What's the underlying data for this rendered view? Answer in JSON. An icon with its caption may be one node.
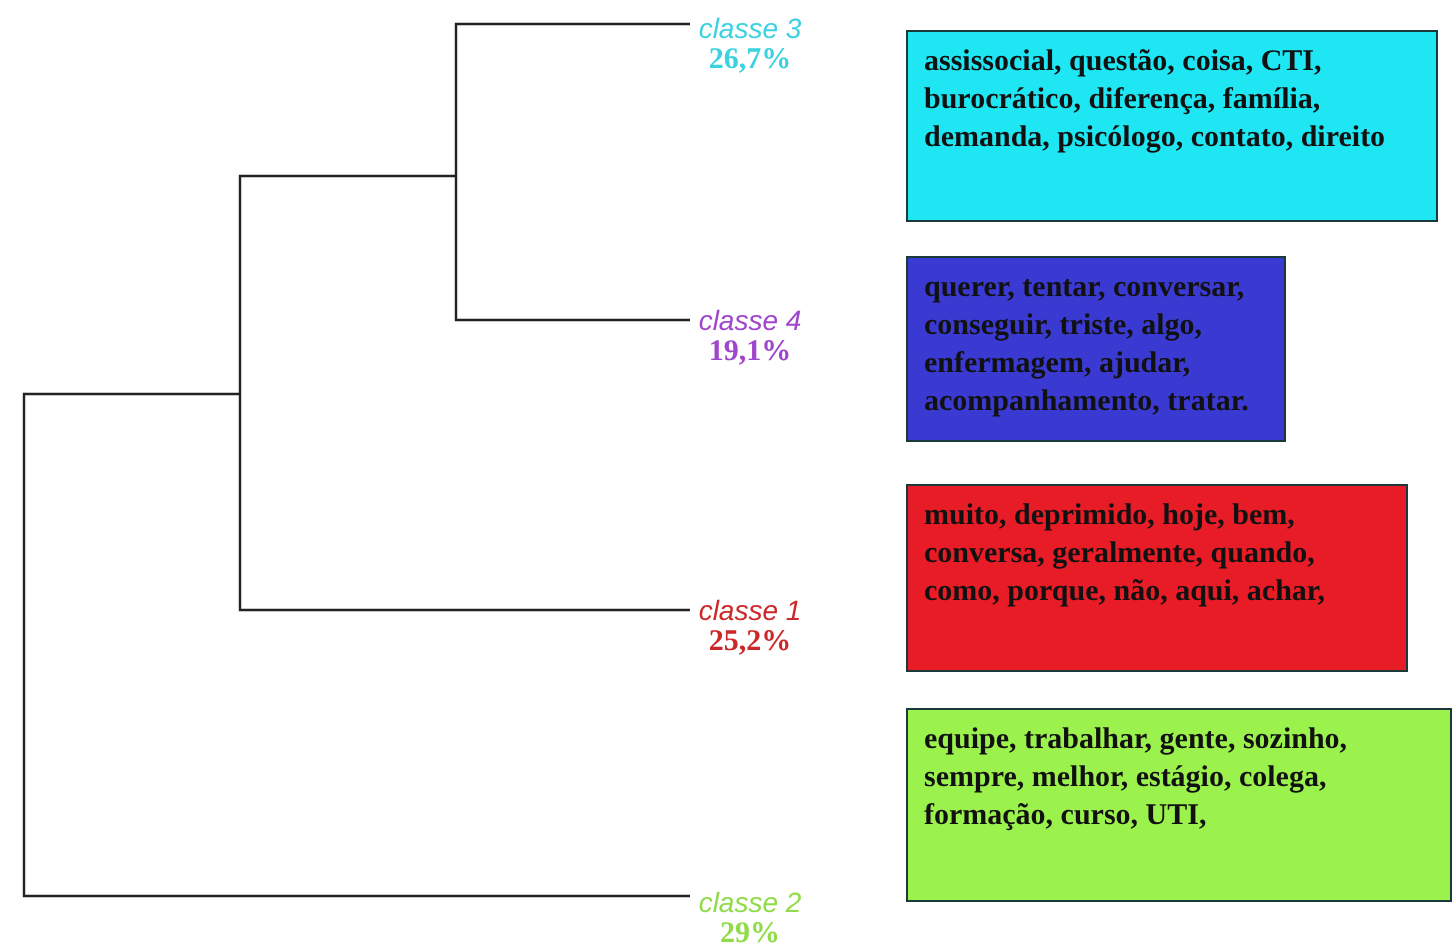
{
  "diagram": {
    "nodes": [
      {
        "text": [
          "classe 3",
          "26,7%"
        ]
      },
      {
        "text": [
          "assissocial, questão, coisa, CTI, burocrático, diferença, família, demanda, psicólogo, contato, direito"
        ]
      },
      {
        "text": [
          "classe 4",
          "19,1%"
        ]
      },
      {
        "text": [
          "querer, tentar, conversar, conseguir, triste, algo, enfermagem, ajudar, acompanhamento, tratar."
        ]
      },
      {
        "text": [
          "classe 1",
          "25,2%"
        ]
      },
      {
        "text": [
          "muito, deprimido, hoje, bem, conversa, geralmente, quando, como, porque, não, aqui, achar,"
        ]
      },
      {
        "text": [
          "classe 2",
          "29%"
        ]
      },
      {
        "text": [
          "equipe, trabalhar, gente, sozinho, sempre, melhor, estágio, colega, formação, curso, UTI,"
        ]
      }
    ]
  }
}
